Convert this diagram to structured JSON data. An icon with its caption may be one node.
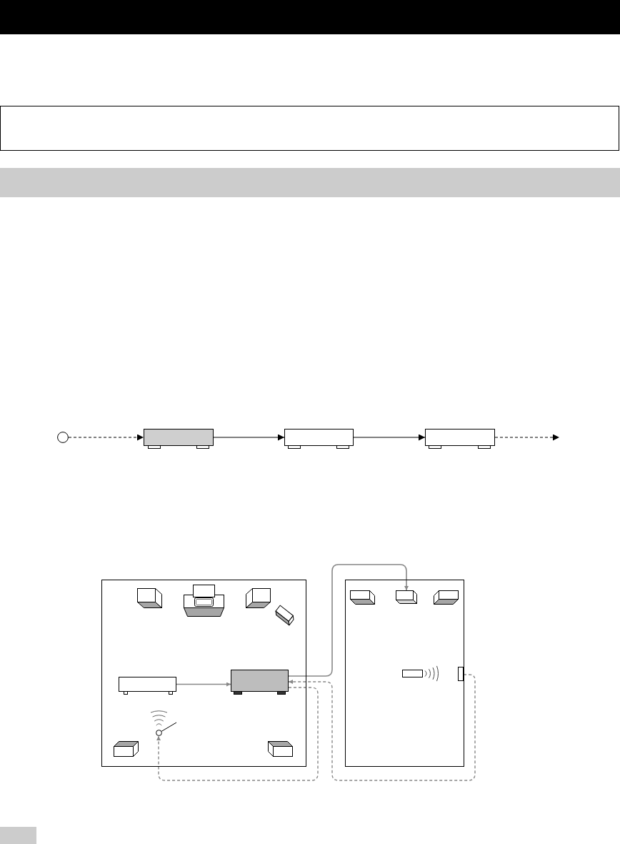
{
  "diagram": {
    "nodes": [
      {
        "text": [],
        "shape": "bar"
      },
      {
        "text": [],
        "shape": "circle"
      },
      {
        "text": [],
        "shape": "box"
      },
      {
        "text": [],
        "shape": "box"
      },
      {
        "text": [],
        "shape": "box"
      },
      {
        "text": [],
        "shape": "box"
      },
      {
        "text": [],
        "shape": "box"
      },
      {
        "text": [],
        "shape": "box",
        "in": 6
      },
      {
        "text": [],
        "shape": "box",
        "in": 5
      },
      {
        "text": [],
        "shape": "box",
        "in": 5
      },
      {
        "text": [],
        "shape": "box",
        "in": 6
      },
      {
        "text": [],
        "shape": "circle",
        "in": 5
      }
    ],
    "edges": [
      {
        "from": 1,
        "to": 2,
        "arrow": "to",
        "style": "dashed"
      },
      {
        "from": 2,
        "to": 3,
        "arrow": "to"
      },
      {
        "from": 3,
        "to": 4,
        "arrow": "to"
      },
      {
        "from": 4,
        "to": null,
        "arrow": "to",
        "style": "dashed"
      },
      {
        "from": 8,
        "to": 9,
        "arrow": "to",
        "color": "#888888"
      },
      {
        "from": 9,
        "to": 7,
        "arrow": "to",
        "color": "#888888"
      },
      {
        "from": 10,
        "to": 9,
        "arrow": "to",
        "style": "dashed",
        "color": "#888888"
      },
      {
        "from": 9,
        "to": 11,
        "arrow": "to",
        "style": "dashed",
        "color": "#888888"
      },
      {
        "from": null,
        "to": 11,
        "arrow": "none"
      }
    ]
  }
}
